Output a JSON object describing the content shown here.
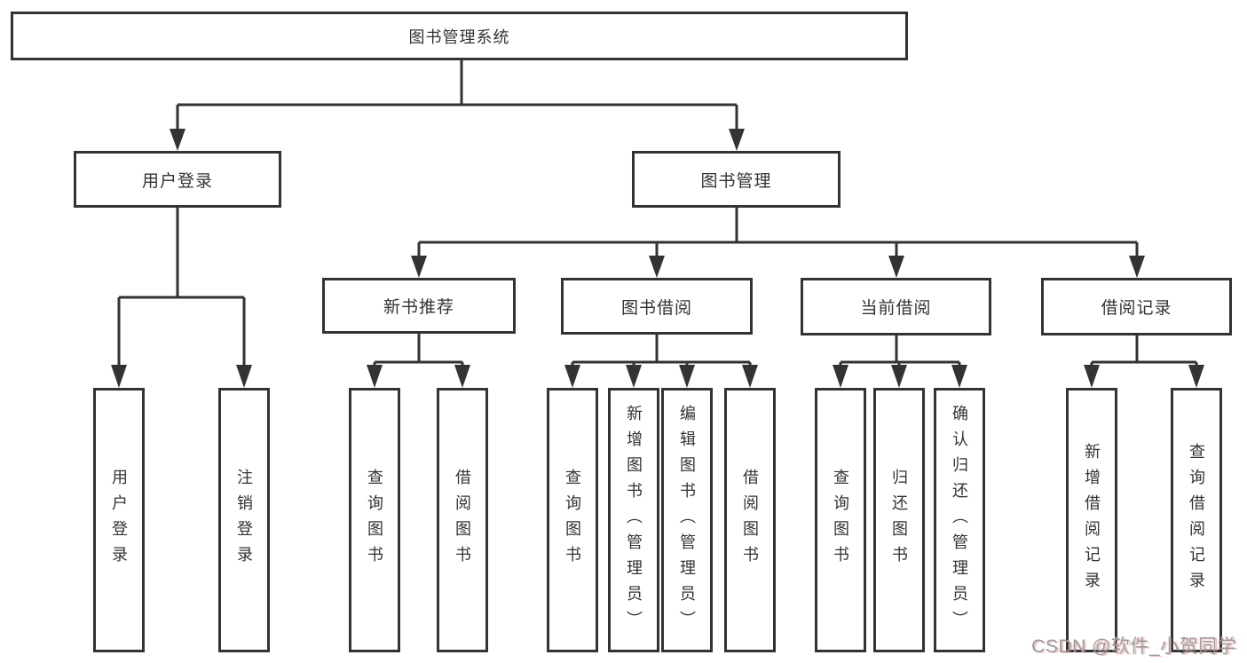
{
  "colors": {
    "line": "#333333",
    "box_border": "#333333",
    "box_background": "#ffffff",
    "text": "#333333",
    "watermark_text": "#9c9c9c"
  },
  "watermark": {
    "text": "CSDN @软件_小贺同学"
  },
  "diagram": {
    "root": {
      "label": "图书管理系统"
    },
    "children": [
      {
        "label": "用户登录",
        "children": [
          {
            "label": "用户登录"
          },
          {
            "label": "注销登录"
          }
        ]
      },
      {
        "label": "图书管理",
        "children": [
          {
            "label": "新书推荐",
            "children": [
              {
                "label": "查询图书"
              },
              {
                "label": "借阅图书"
              }
            ]
          },
          {
            "label": "图书借阅",
            "children": [
              {
                "label": "查询图书"
              },
              {
                "label": "新增图书（管理员）"
              },
              {
                "label": "编辑图书（管理员）"
              },
              {
                "label": "借阅图书"
              }
            ]
          },
          {
            "label": "当前借阅",
            "children": [
              {
                "label": "查询图书"
              },
              {
                "label": "归还图书"
              },
              {
                "label": "确认归还（管理员）"
              }
            ]
          },
          {
            "label": "借阅记录",
            "children": [
              {
                "label": "新增借阅记录"
              },
              {
                "label": "查询借阅记录"
              }
            ]
          }
        ]
      }
    ]
  }
}
